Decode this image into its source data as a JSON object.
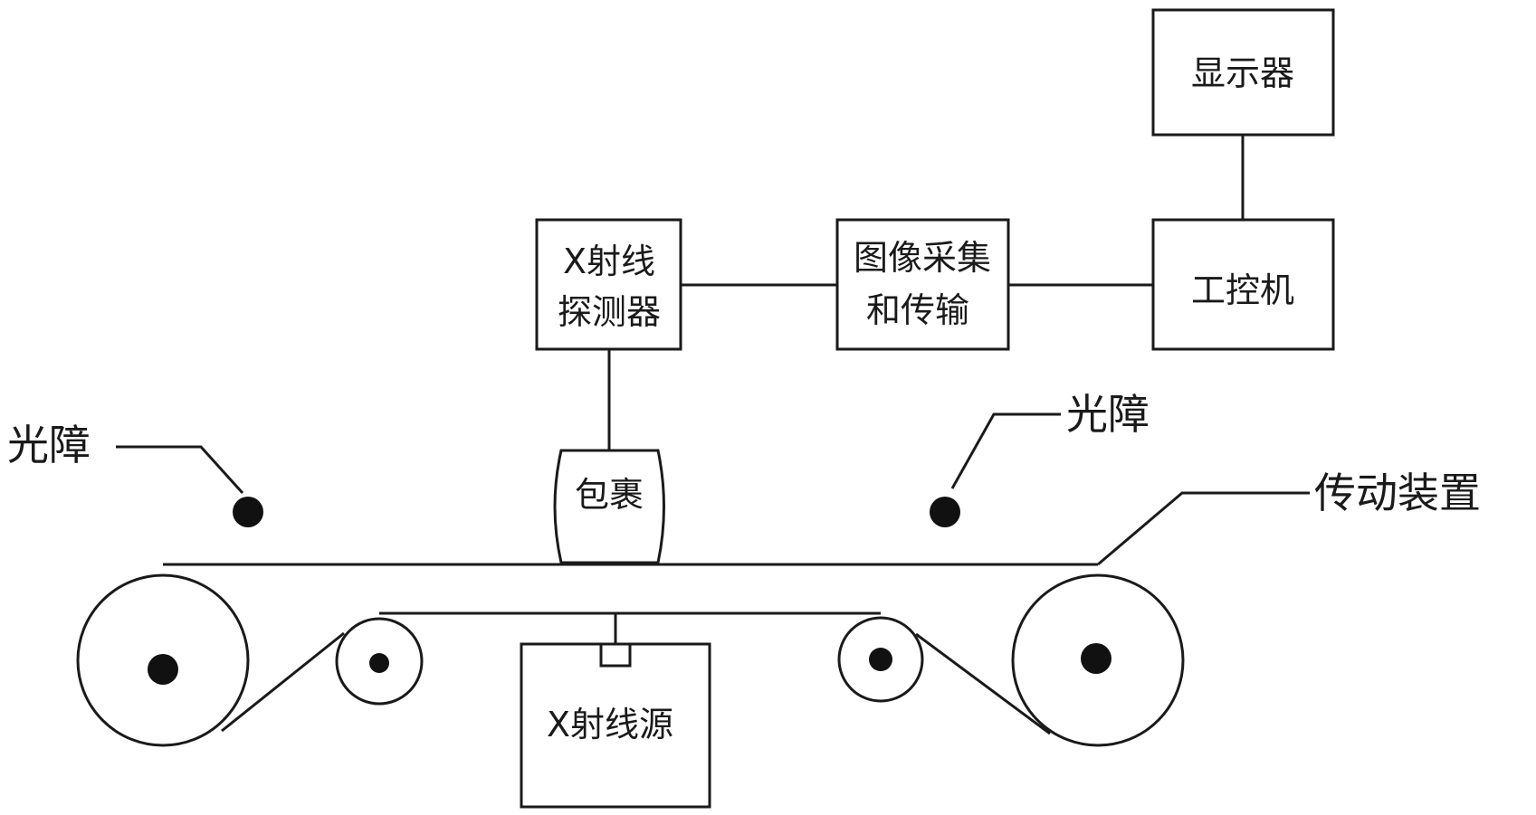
{
  "nodes": {
    "display": {
      "label": "显示器"
    },
    "ipc": {
      "label": "工控机"
    },
    "image_acq": {
      "line1": "图像采集",
      "line2": "和传输"
    },
    "xray_detector": {
      "line1": "X射线",
      "line2": "探测器"
    },
    "package": {
      "label": "包裹"
    },
    "xray_source": {
      "label": "X射线源"
    }
  },
  "labels": {
    "light_barrier_left": "光障",
    "light_barrier_right": "光障",
    "transmission": "传动装置"
  },
  "edges": [
    {
      "from": "ipc",
      "to": "display"
    },
    {
      "from": "xray_detector",
      "to": "image_acq"
    },
    {
      "from": "image_acq",
      "to": "ipc"
    },
    {
      "from": "xray_detector",
      "to": "package"
    },
    {
      "from": "xray_source",
      "to": "conveyor_belt"
    }
  ]
}
